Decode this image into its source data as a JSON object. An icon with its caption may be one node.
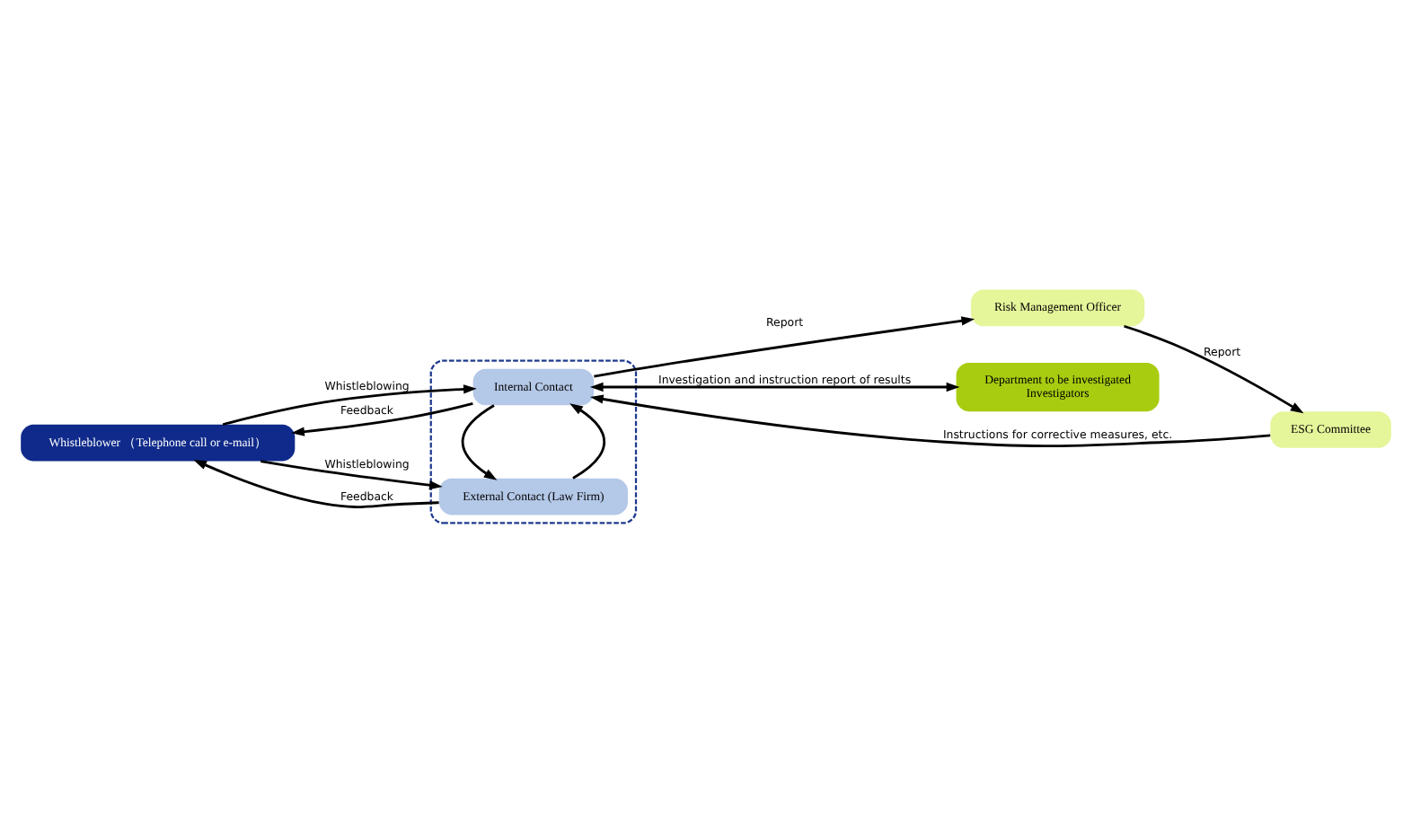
{
  "diagram": {
    "nodes": [
      {
        "text": [
          "Whistleblower （Telephone call or e-mail）"
        ]
      },
      {
        "text": [],
        "shape": "box"
      },
      {
        "text": [
          "Internal Contact"
        ],
        "in": 1
      },
      {
        "text": [
          "External Contact (Law Firm)"
        ],
        "in": 1
      },
      {
        "text": [
          "Risk Management Officer"
        ]
      },
      {
        "text": [
          "ESG Committee"
        ]
      },
      {
        "text": [
          "Department to be investigated",
          "Investigators"
        ]
      }
    ],
    "edges": [
      {
        "from": 2,
        "to": 0,
        "arrow": "to",
        "label": "Feedback"
      },
      {
        "from": 0,
        "to": 2,
        "arrow": "to",
        "label": "Whistleblowing"
      },
      {
        "from": 0,
        "to": 3,
        "arrow": "to",
        "label": "Whistleblowing"
      },
      {
        "from": 3,
        "to": 0,
        "arrow": "to",
        "label": "Feedback"
      },
      {
        "from": 3,
        "to": 2,
        "arrow": "to"
      },
      {
        "from": 2,
        "to": 3,
        "arrow": "to"
      },
      {
        "from": 2,
        "to": 4,
        "arrow": "to",
        "label": "Report"
      },
      {
        "from": 4,
        "to": 5,
        "arrow": "to",
        "label": "Report"
      },
      {
        "from": 5,
        "to": 2,
        "arrow": "to",
        "label": "Instructions for corrective measures, etc."
      },
      {
        "from": 2,
        "to": 6,
        "arrow": "both",
        "label": "Investigation and instruction report of results"
      }
    ]
  }
}
